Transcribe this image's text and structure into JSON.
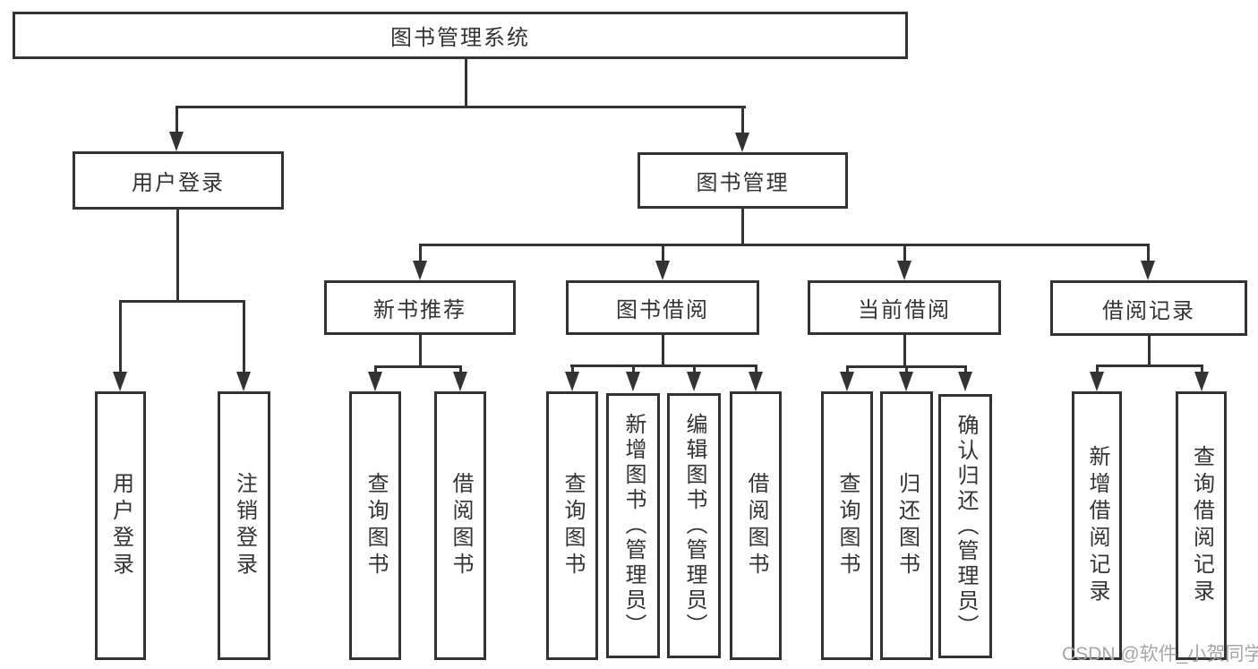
{
  "diagram_type": "hierarchy-tree",
  "nodes": {
    "root": "图书管理系统",
    "user_login": {
      "label": "用户登录",
      "children": [
        "用户登录",
        "注销登录"
      ]
    },
    "book_mgmt": {
      "label": "图书管理",
      "children": [
        {
          "label": "新书推荐",
          "children": [
            "查询图书",
            "借阅图书"
          ]
        },
        {
          "label": "图书借阅",
          "children": [
            "查询图书",
            "新增图书（管理员）",
            "编辑图书（管理员）",
            "借阅图书"
          ]
        },
        {
          "label": "当前借阅",
          "children": [
            "查询图书",
            "归还图书",
            "确认归还（管理员）"
          ]
        },
        {
          "label": "借阅记录",
          "children": [
            "新增借阅记录",
            "查询借阅记录"
          ]
        }
      ]
    }
  },
  "watermark": "CSDN @软件_小贺同学",
  "colors": {
    "line": "#333333",
    "text": "#333333",
    "watermark": "#a6a6a6",
    "background": "#ffffff"
  }
}
